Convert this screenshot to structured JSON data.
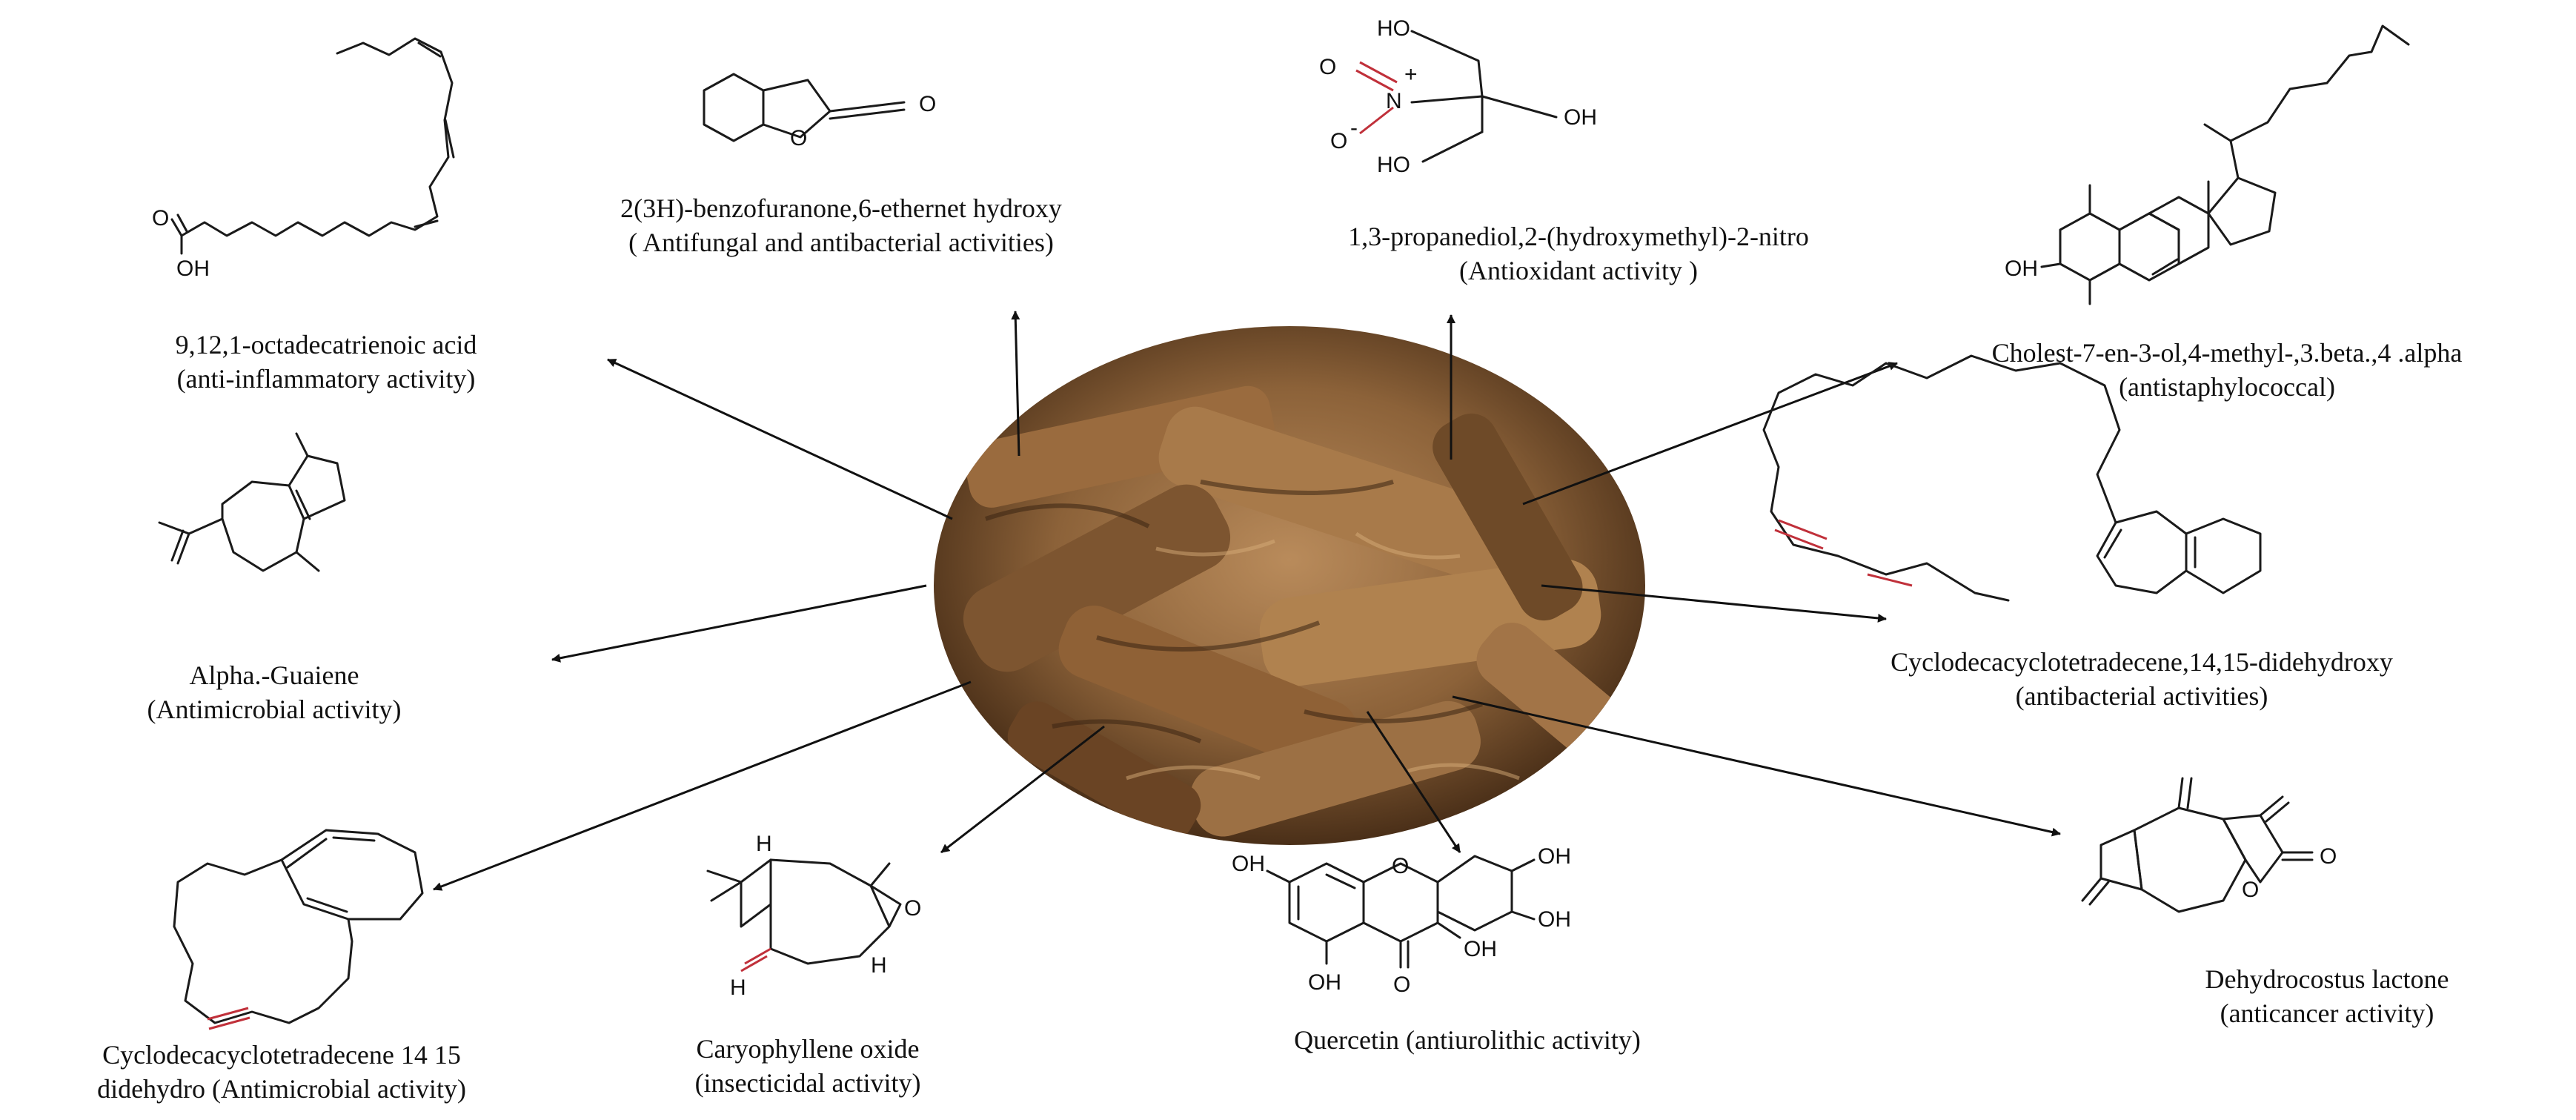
{
  "center_image": {
    "icon": "dried-root-pieces-photo"
  },
  "compounds": [
    {
      "id": "octadecatrienoic",
      "name": "9,12,1-octadecatrienoic acid",
      "activity": "(anti-inflammatory activity)",
      "atoms": [
        "O",
        "OH"
      ]
    },
    {
      "id": "benzofuranone",
      "name": "2(3H)-benzofuranone,6-ethernet hydroxy",
      "activity": "( Antifungal and antibacterial activities)",
      "atoms": [
        "O",
        "O"
      ]
    },
    {
      "id": "propanediol",
      "name": "1,3-propanediol,2-(hydroxymethyl)-2-nitro",
      "activity": "(Antioxidant activity )",
      "atoms": [
        "HO",
        "O",
        "N",
        "+",
        "O",
        "-",
        "OH",
        "HO"
      ]
    },
    {
      "id": "cholestenol",
      "name": "Cholest-7-en-3-ol,4-methyl-,3.beta.,4 .alpha",
      "activity": "(antistaphylococcal)",
      "atoms": [
        "OH"
      ]
    },
    {
      "id": "guaiene",
      "name": "Alpha.-Guaiene",
      "activity": "(Antimicrobial activity)",
      "atoms": []
    },
    {
      "id": "didehydroxy",
      "name": "Cyclodecacyclotetradecene,14,15-didehydroxy",
      "activity": "(antibacterial activities)",
      "atoms": []
    },
    {
      "id": "didehydro",
      "name": "Cyclodecacyclotetradecene 14 15",
      "activity": "didehydro (Antimicrobial activity)",
      "atoms": []
    },
    {
      "id": "caryophyllene",
      "name": "Caryophyllene oxide",
      "activity": "(insecticidal activity)",
      "atoms": [
        "H",
        "O",
        "H",
        "H"
      ]
    },
    {
      "id": "quercetin",
      "name": "Quercetin (antiurolithic activity)",
      "activity": "",
      "atoms": [
        "OH",
        "O",
        "OH",
        "OH",
        "OH",
        "OH",
        "O"
      ]
    },
    {
      "id": "dehydrocostus",
      "name": "Dehydrocostus lactone",
      "activity": "(anticancer activity)",
      "atoms": [
        "O",
        "O"
      ]
    }
  ]
}
